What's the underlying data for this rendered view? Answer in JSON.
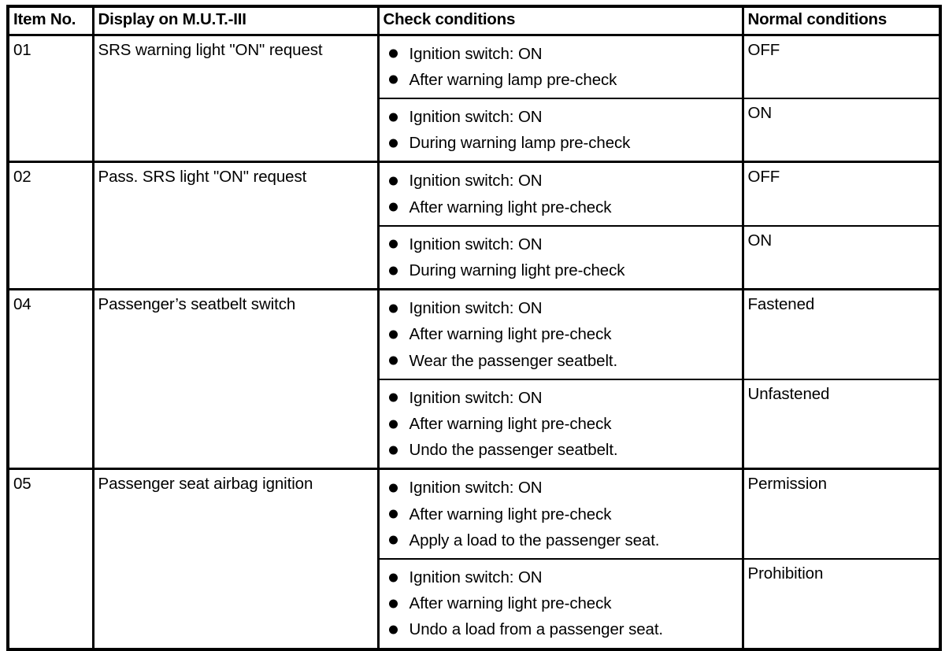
{
  "table": {
    "columns": [
      {
        "key": "item_no",
        "label": "Item No."
      },
      {
        "key": "display",
        "label": "Display on M.U.T.-III"
      },
      {
        "key": "check",
        "label": "Check conditions"
      },
      {
        "key": "normal",
        "label": "Normal conditions"
      }
    ],
    "bullet_icon": "filled-circle-bullet",
    "rows": [
      {
        "item_no": "01",
        "display": "SRS warning light \"ON\" request",
        "conditions": [
          {
            "checks": [
              "Ignition switch: ON",
              "After warning lamp pre-check"
            ],
            "normal": "OFF"
          },
          {
            "checks": [
              "Ignition switch: ON",
              "During warning lamp pre-check"
            ],
            "normal": "ON"
          }
        ]
      },
      {
        "item_no": "02",
        "display": "Pass. SRS light \"ON\" request",
        "conditions": [
          {
            "checks": [
              "Ignition switch: ON",
              "After warning light pre-check"
            ],
            "normal": "OFF"
          },
          {
            "checks": [
              "Ignition switch: ON",
              "During warning light pre-check"
            ],
            "normal": "ON"
          }
        ]
      },
      {
        "item_no": "04",
        "display": "Passenger’s seatbelt switch",
        "conditions": [
          {
            "checks": [
              "Ignition switch: ON",
              "After warning light pre-check",
              "Wear the passenger seatbelt."
            ],
            "normal": "Fastened"
          },
          {
            "checks": [
              "Ignition switch: ON",
              "After warning light pre-check",
              "Undo the passenger seatbelt."
            ],
            "normal": "Unfastened"
          }
        ]
      },
      {
        "item_no": "05",
        "display": "Passenger seat airbag ignition",
        "conditions": [
          {
            "checks": [
              "Ignition switch: ON",
              "After warning light pre-check",
              "Apply a load to the passenger seat."
            ],
            "normal": "Permission"
          },
          {
            "checks": [
              "Ignition switch: ON",
              "After warning light pre-check",
              "Undo a load from a passenger seat."
            ],
            "normal": "Prohibition"
          }
        ]
      }
    ]
  },
  "colors": {
    "text": "#000000",
    "background": "#ffffff",
    "rule": "#000000"
  }
}
